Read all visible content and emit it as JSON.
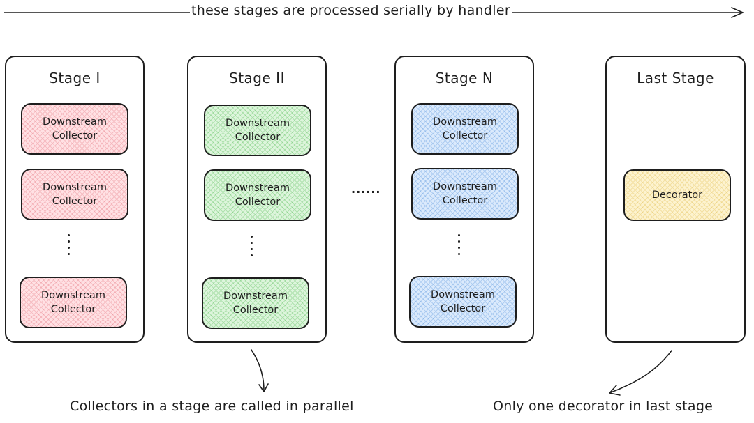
{
  "header": {
    "label": "these stages are processed serially by handler"
  },
  "stages": [
    {
      "title": "Stage I",
      "color": "#ffe1e4",
      "collectors": [
        {
          "label_line1": "Downstream",
          "label_line2": "Collector"
        },
        {
          "label_line1": "Downstream",
          "label_line2": "Collector"
        },
        {
          "label_line1": "Downstream",
          "label_line2": "Collector"
        }
      ]
    },
    {
      "title": "Stage II",
      "color": "#ddf5dc",
      "collectors": [
        {
          "label_line1": "Downstream",
          "label_line2": "Collector"
        },
        {
          "label_line1": "Downstream",
          "label_line2": "Collector"
        },
        {
          "label_line1": "Downstream",
          "label_line2": "Collector"
        }
      ]
    },
    {
      "title": "Stage N",
      "color": "#dbeafc",
      "collectors": [
        {
          "label_line1": "Downstream",
          "label_line2": "Collector"
        },
        {
          "label_line1": "Downstream",
          "label_line2": "Collector"
        },
        {
          "label_line1": "Downstream",
          "label_line2": "Collector"
        }
      ]
    },
    {
      "title": "Last Stage",
      "color": "#fdf3cf",
      "decorator": "Decorator"
    }
  ],
  "ellipsis": "......",
  "captions": {
    "parallel": "Collectors in a stage are called in parallel",
    "decorator": "Only one decorator in last stage"
  }
}
